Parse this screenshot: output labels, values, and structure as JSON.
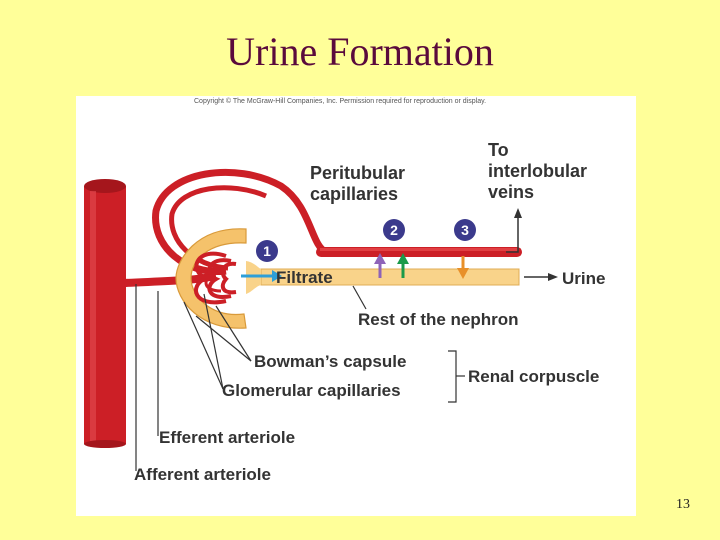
{
  "slide": {
    "title": "Urine Formation",
    "page_number": "13"
  },
  "figure": {
    "copyright": "Copyright © The McGraw-Hill Companies, Inc. Permission required for reproduction or display.",
    "labels": {
      "peritubular_1": "Peritubular",
      "peritubular_2": "capillaries",
      "to_1": "To",
      "to_2": "interlobular",
      "to_3": "veins",
      "filtrate": "Filtrate",
      "urine": "Urine",
      "rest_of_nephron": "Rest of the nephron",
      "bowmans_capsule": "Bowman’s capsule",
      "glomerular_capillaries": "Glomerular capillaries",
      "renal_corpuscle": "Renal corpuscle",
      "efferent_arteriole": "Efferent arteriole",
      "afferent_arteriole": "Afferent arteriole"
    },
    "steps": [
      "1",
      "2",
      "3"
    ],
    "colors": {
      "vessel": "#cc1f26",
      "vessel_highlight": "#ee5555",
      "capsule": "#f5c26b",
      "tubule": "#f9d38a",
      "step_circle": "#3b3a8c",
      "filtrate_arrow": "#2f9fd8",
      "reabsorption_arrow_purple": "#8e63b8",
      "reabsorption_arrow_green": "#1a9a4a",
      "secretion_arrow": "#e8902a",
      "slide_background": "#ffff99",
      "title_color": "#5a0a3c"
    }
  }
}
